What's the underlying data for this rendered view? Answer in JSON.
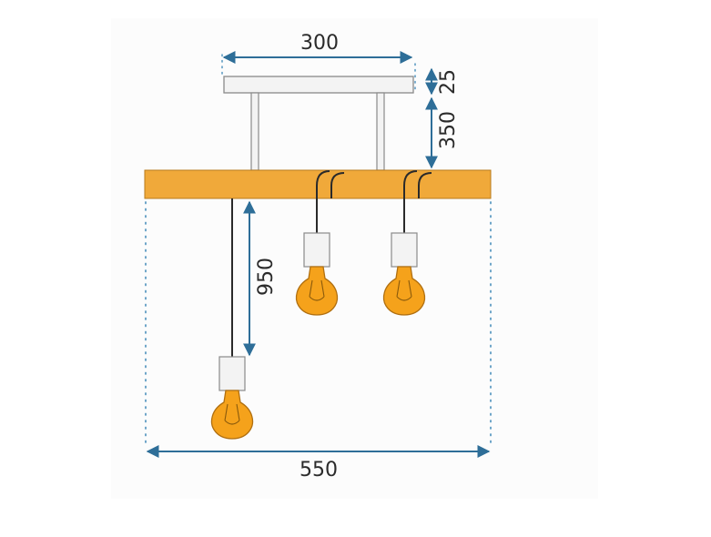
{
  "dimensions": {
    "canopy_width": "300",
    "canopy_height": "25",
    "rod_length": "350",
    "cable_length": "950",
    "total_width": "550"
  },
  "colors": {
    "wood": "#f0a93a",
    "wood_stroke": "#b87a1c",
    "bulb": "#f5a21b",
    "bulb_stroke": "#b06f10",
    "dimension_line": "#2e6e98",
    "dotted_guide": "#5c9ac2",
    "metal": "#f3f3f3",
    "metal_stroke": "#8a8a8a",
    "cable": "#2a2a2a",
    "panel": "#fcfcfc"
  },
  "icons": {
    "bulb": "edison-bulb-icon",
    "socket": "lamp-socket-icon",
    "arrowhead": "arrowhead-icon"
  }
}
